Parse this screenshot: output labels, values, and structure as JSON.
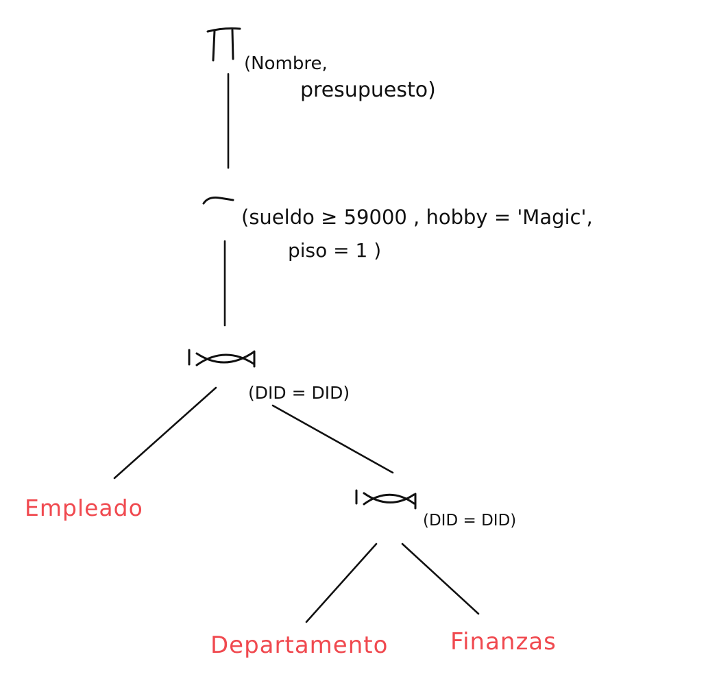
{
  "projection": {
    "symbol": "π",
    "attributes_line1": "(Nombre,",
    "attributes_line2": "presupuesto)"
  },
  "selection": {
    "symbol": "σ",
    "condition_line1": "(sueldo ≥ 59000 , hobby = 'Magic',",
    "condition_line2": "piso = 1 )"
  },
  "join_top": {
    "symbol": "⋈",
    "condition": "(DID = DID)"
  },
  "join_bottom": {
    "symbol": "⋈",
    "condition": "(DID = DID)"
  },
  "relations": {
    "empleado": "Empleado",
    "departamento": "Departamento",
    "finanzas": "Finanzas"
  },
  "colors": {
    "ink": "#111111",
    "relation": "#f0494f",
    "background": "#ffffff"
  }
}
